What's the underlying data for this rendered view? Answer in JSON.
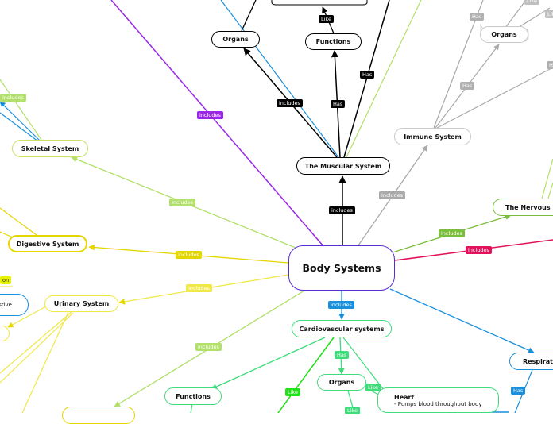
{
  "root": {
    "label": "Body Systems",
    "color": "#5a2bd6"
  },
  "nodes": {
    "muscular": "The Muscular System",
    "muscular_organs": "Organs",
    "muscular_functions": "Functions",
    "immune": "Immune System",
    "immune_organs": "Organs",
    "nervous": "The Nervous Sy",
    "respiratory": "Respirato",
    "skeletal": "Skeletal System",
    "digestive": "Digestive System",
    "urinary": "Urinary System",
    "cardio": "Cardiovascular systems",
    "cardio_organs": "Organs",
    "cardio_functions": "Functions",
    "heart_title": "Heart",
    "heart_desc": "- Pumps blood throughout body",
    "partial_left": "stive",
    "partial_left2": "on"
  },
  "labels": {
    "includes": "includes",
    "Includes": "Includes",
    "has": "Has",
    "like": "Like"
  },
  "colors": {
    "muscular": "#000000",
    "purple": "#9b27e6",
    "blue": "#1a8fdc",
    "immune": "#a9a9a9",
    "nervous": "#7bbd3c",
    "red": "#e2135c",
    "skeletal": "#b2e06a",
    "digestive": "#e5d600",
    "urinary": "#f0e846",
    "cardio": "#3fdc7b",
    "cardio_bright": "#22e01a"
  }
}
